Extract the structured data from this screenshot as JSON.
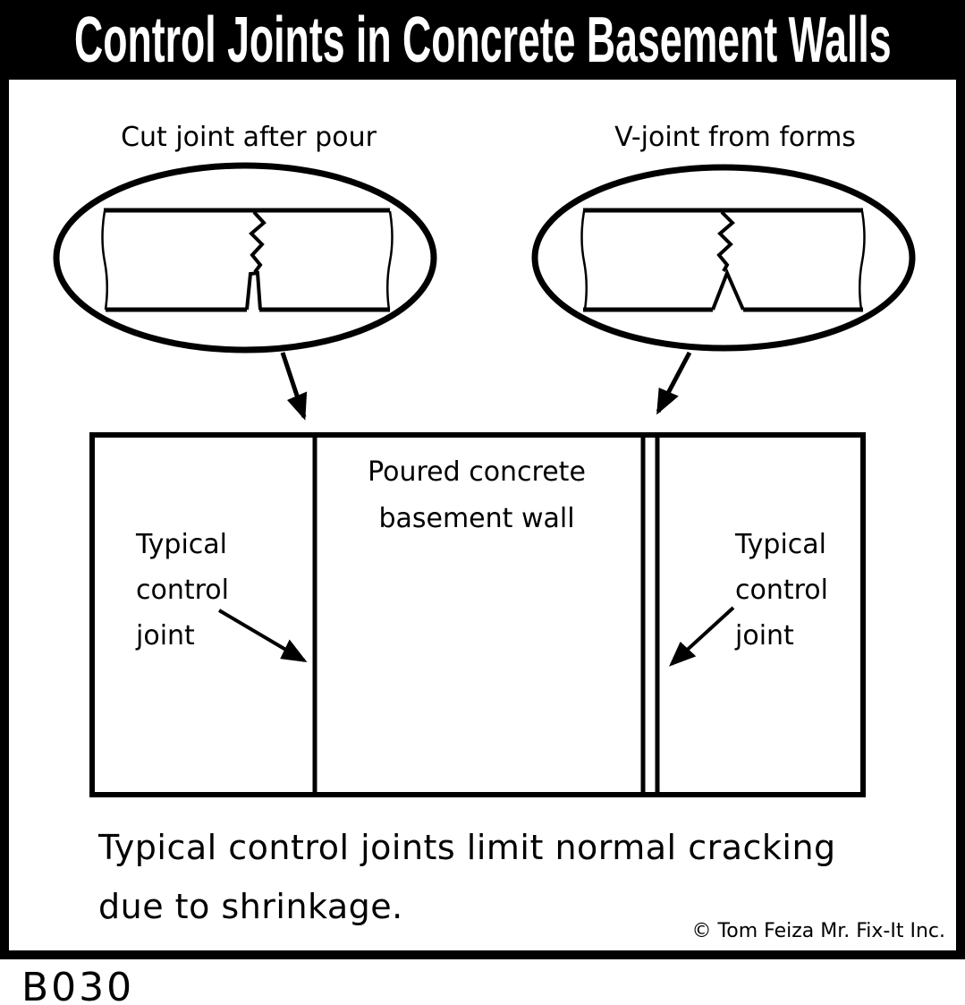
{
  "title": "Control Joints in Concrete Basement Walls",
  "callouts": {
    "left": {
      "label": "Cut joint after pour"
    },
    "right": {
      "label": "V-joint from forms"
    }
  },
  "wall": {
    "label": {
      "line1": "Poured concrete",
      "line2": "basement wall"
    },
    "left_joint_label": {
      "line1": "Typical",
      "line2": "control",
      "line3": "joint"
    },
    "right_joint_label": {
      "line1": "Typical",
      "line2": "control",
      "line3": "joint"
    }
  },
  "caption": {
    "line1": "Typical control joints limit normal cracking",
    "line2": "due to shrinkage."
  },
  "copyright": "© Tom Feiza Mr. Fix-It Inc.",
  "figure_id": "B030",
  "colors": {
    "ink": "#000000",
    "paper": "#ffffff",
    "title_bar": "#000000",
    "title_text": "#ffffff"
  }
}
